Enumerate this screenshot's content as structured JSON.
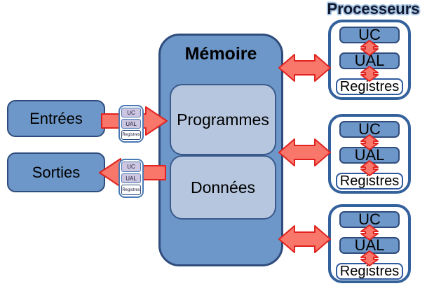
{
  "io": {
    "inputs_label": "Entrées",
    "outputs_label": "Sorties"
  },
  "memory": {
    "title": "Mémoire",
    "blocks": [
      {
        "label": "Programmes"
      },
      {
        "label": "Données"
      }
    ]
  },
  "mini_cpu": {
    "uc_label": "UC",
    "ual_label": "UAL",
    "registres_label": "Registres"
  },
  "processors": {
    "title": "Processeurs",
    "items": [
      {
        "uc_label": "UC",
        "ual_label": "UAL",
        "registres_label": "Registres"
      },
      {
        "uc_label": "UC",
        "ual_label": "UAL",
        "registres_label": "Registres"
      },
      {
        "uc_label": "UC",
        "ual_label": "UAL",
        "registres_label": "Registres"
      }
    ]
  },
  "arrows": [
    {
      "from": "Entrées",
      "to": "Mémoire",
      "direction": "right"
    },
    {
      "from": "Mémoire",
      "to": "Sorties",
      "direction": "left"
    },
    {
      "from": "Mémoire",
      "to": "Processeur 1",
      "direction": "both"
    },
    {
      "from": "Mémoire",
      "to": "Processeur 2",
      "direction": "both"
    },
    {
      "from": "Mémoire",
      "to": "Processeur 3",
      "direction": "both"
    },
    {
      "from": "UC",
      "to": "UAL",
      "direction": "both"
    },
    {
      "from": "UAL",
      "to": "Registres",
      "direction": "both"
    }
  ],
  "colors": {
    "box_fill": "#6d97c8",
    "box_border": "#2f4c7c",
    "subblock_fill": "#b5c6de",
    "processor_border": "#33619c",
    "arrow_fill": "#f9766b",
    "arrow_stroke": "#e0231e",
    "mini_box_fill": "#cdc6e0",
    "title_outline": "#a6c4e4",
    "text": "#000000"
  }
}
